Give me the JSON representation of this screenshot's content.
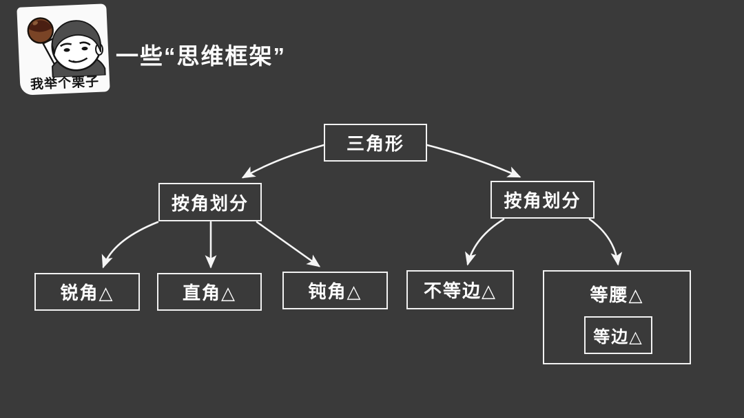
{
  "title": "一些“思维框架”",
  "sticker": {
    "caption": "我举个栗子",
    "description": "meme figure holding a chestnut"
  },
  "diagram": {
    "nodes": [
      {
        "id": "root",
        "label": "三角形"
      },
      {
        "id": "by-angle-left",
        "label": "按角划分"
      },
      {
        "id": "by-angle-right",
        "label": "按角划分"
      },
      {
        "id": "acute",
        "label": "锐角△"
      },
      {
        "id": "right-angle",
        "label": "直角△"
      },
      {
        "id": "obtuse",
        "label": "钝角△"
      },
      {
        "id": "scalene",
        "label": "不等边△"
      },
      {
        "id": "isosceles",
        "label": "等腰△"
      },
      {
        "id": "equilateral",
        "label": "等边△"
      }
    ],
    "edges": [
      {
        "from": "root",
        "to": "by-angle-left"
      },
      {
        "from": "root",
        "to": "by-angle-right"
      },
      {
        "from": "by-angle-left",
        "to": "acute"
      },
      {
        "from": "by-angle-left",
        "to": "right-angle"
      },
      {
        "from": "by-angle-left",
        "to": "obtuse"
      },
      {
        "from": "by-angle-right",
        "to": "scalene"
      },
      {
        "from": "by-angle-right",
        "to": "isosceles"
      },
      {
        "from": "isosceles",
        "contains": "equilateral"
      }
    ]
  },
  "colors": {
    "background": "#3a3a3a",
    "box_border": "#f2f2f2",
    "text": "#ffffff",
    "arrow": "#f5f5f5",
    "sticker_background": "#fafafa",
    "caption_text": "#141414",
    "chestnut_dark": "#4a1f12",
    "chestnut_light": "#7a4426",
    "hair_shirt_gray": "#4d4d4d"
  }
}
